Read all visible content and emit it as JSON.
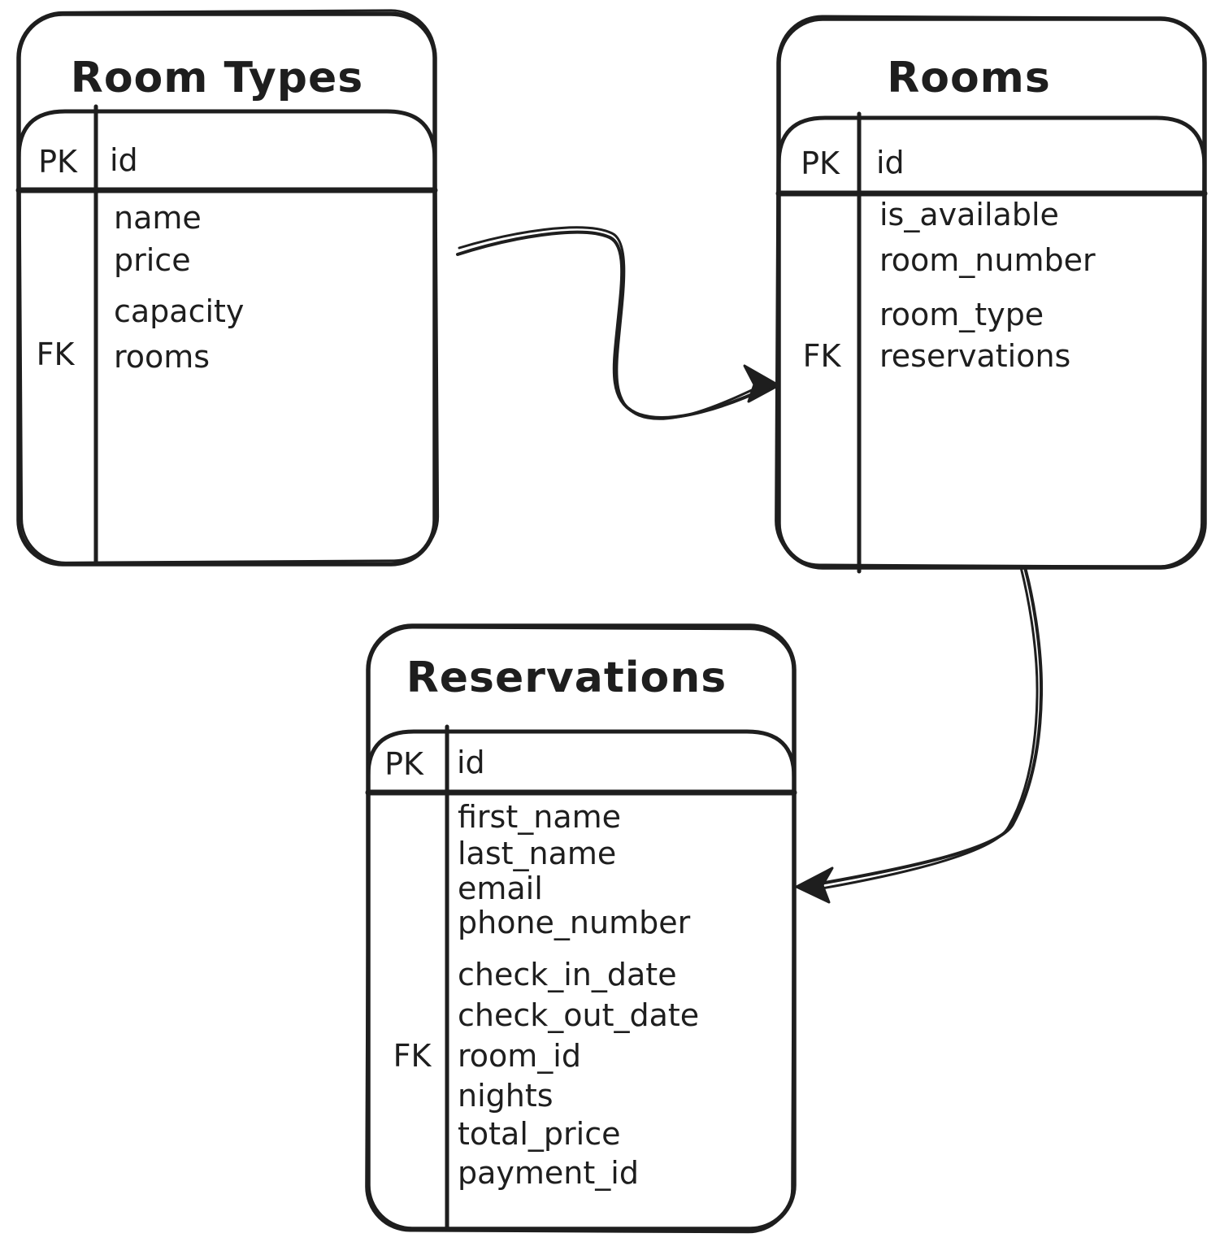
{
  "colors": {
    "ink": "#1e1e1e",
    "background": "#ffffff"
  },
  "tables": {
    "room_types": {
      "title": "Room Types",
      "pk": {
        "key": "PK",
        "field": "id"
      },
      "fk_key": "FK",
      "fields": [
        "name",
        "price",
        "capacity",
        "rooms"
      ]
    },
    "rooms": {
      "title": "Rooms",
      "pk": {
        "key": "PK",
        "field": "id"
      },
      "fk_key": "FK",
      "fields": [
        "is_available",
        "room_number",
        "room_type",
        "reservations"
      ]
    },
    "reservations": {
      "title": "Reservations",
      "pk": {
        "key": "PK",
        "field": "id"
      },
      "fk_key": "FK",
      "fields": [
        "first_name",
        "last_name",
        "email",
        "phone_number",
        "check_in_date",
        "check_out_date",
        "room_id",
        "nights",
        "total_price",
        "payment_id"
      ]
    }
  },
  "relationships": [
    {
      "from": "Room Types",
      "to": "Rooms"
    },
    {
      "from": "Rooms",
      "to": "Reservations"
    }
  ]
}
